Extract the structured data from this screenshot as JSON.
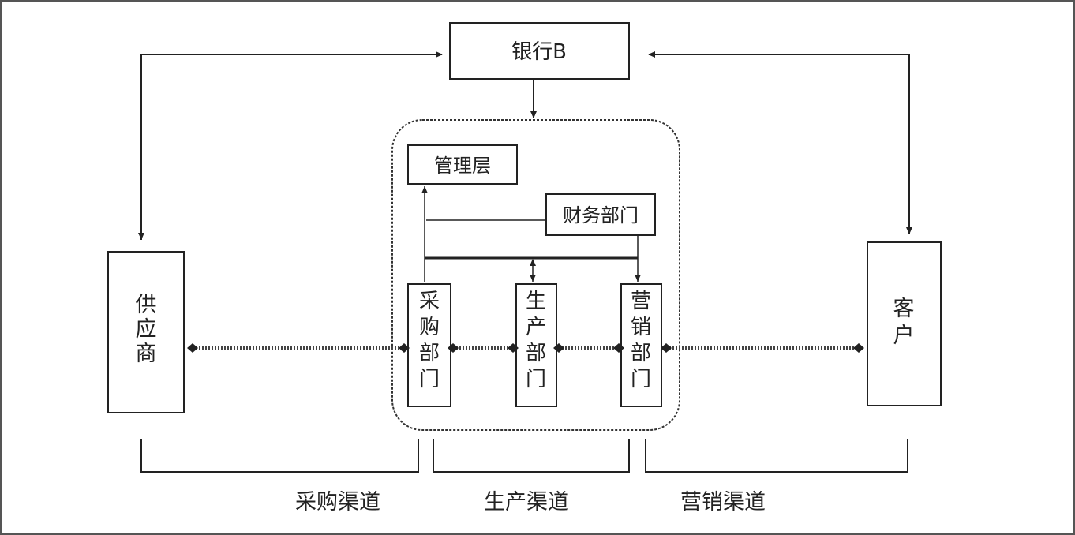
{
  "nodes": {
    "bank": {
      "label": "银行B"
    },
    "management": {
      "label": "管理层"
    },
    "finance": {
      "label": "财务部门"
    },
    "supplier": {
      "label": "供应商"
    },
    "customer": {
      "label": "客户"
    },
    "purchasing": {
      "label": "采购部门"
    },
    "production": {
      "label": "生产部门"
    },
    "marketing": {
      "label": "营销部门"
    }
  },
  "channels": {
    "purchase": "采购渠道",
    "production": "生产渠道",
    "marketing": "营销渠道"
  },
  "colors": {
    "line": "#222222",
    "dotted": "#444444",
    "frame": "#555555"
  }
}
